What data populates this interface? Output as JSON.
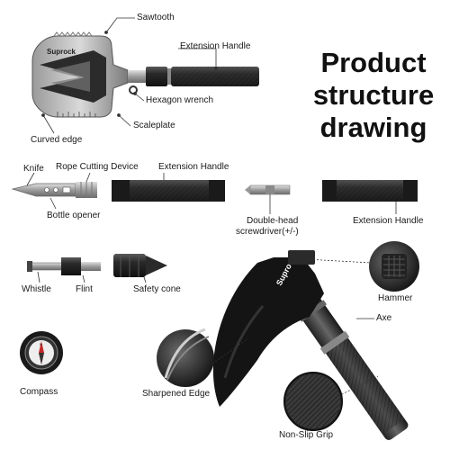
{
  "title": {
    "line1": "Product",
    "line2": "structure",
    "line3": "drawing"
  },
  "brand": "Suprock",
  "labels": {
    "sawtooth": "Sawtooth",
    "extension_handle_top": "Extension Handle",
    "hexagon_wrench": "Hexagon wrench",
    "scaleplate": "Scaleplate",
    "curved_edge": "Curved edge",
    "knife": "Knife",
    "rope_cutting_device": "Rope Cutting Device",
    "extension_handle_mid": "Extension Handle",
    "bottle_opener": "Bottle opener",
    "double_head_line1": "Double-head",
    "double_head_line2": "screwdriver(+/-)",
    "extension_handle_right": "Extension Handle",
    "whistle": "Whistle",
    "flint": "Flint",
    "safety_cone": "Safety cone",
    "hammer": "Hammer",
    "axe": "Axe",
    "compass": "Compass",
    "sharpened_edge": "Sharpened Edge",
    "non_slip_grip": "Non-Slip Grip"
  },
  "colors": {
    "metal_dark": "#1c1c1c",
    "metal_mid": "#555555",
    "metal_light": "#b8b8b8",
    "background": "#ffffff"
  }
}
